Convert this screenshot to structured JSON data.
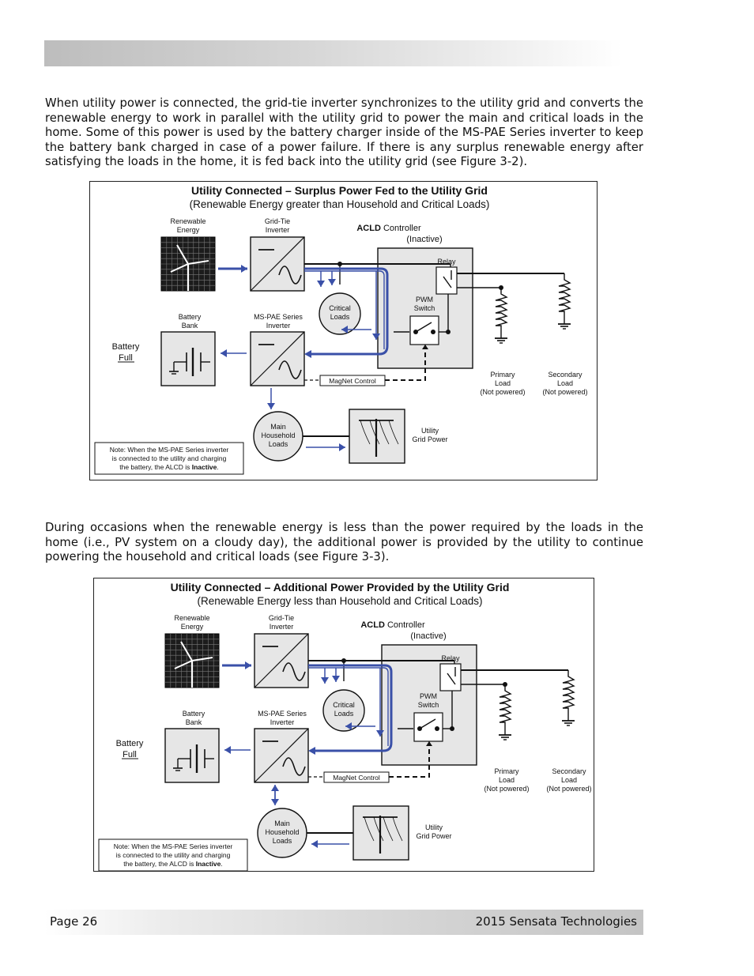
{
  "paragraphs": [
    "When utility power is connected, the grid-tie inverter synchronizes to the utility grid and converts the renewable energy to work in parallel with the utility grid to power the main and critical loads in the home. Some of this power is used by the battery charger inside of the MS-PAE Series inverter to keep the battery bank charged in case of a power failure. If there is any surplus renewable energy after satisfying the loads in the home, it is fed back into the utility grid (see Figure 3-2).",
    "During occasions when the renewable energy is less than the power required by the loads in the home (i.e., PV system on a cloudy day), the additional power is provided by the utility to continue powering the household and critical loads (see Figure 3-3)."
  ],
  "figures": [
    {
      "title": "Utility Connected – Surplus Power Fed to the Utility Grid",
      "subtitle": "(Renewable Energy greater than Household and Critical Loads)",
      "main_loads_arrow": "down"
    },
    {
      "title": "Utility Connected – Additional Power Provided by the Utility Grid",
      "subtitle": "(Renewable Energy less than Household and Critical Loads)",
      "main_loads_arrow": "both"
    }
  ],
  "labels": {
    "renewable_energy": [
      "Renewable",
      "Energy"
    ],
    "grid_tie_inverter": [
      "Grid-Tie",
      "Inverter"
    ],
    "acld_bold": "ACLD",
    "controller": "Controller",
    "inactive_paren": "(Inactive)",
    "relay": "Relay",
    "pwm_switch": [
      "PWM",
      "Switch"
    ],
    "critical_loads": [
      "Critical",
      "Loads"
    ],
    "battery_bank": [
      "Battery",
      "Bank"
    ],
    "ms_pae_inverter": [
      "MS-PAE Series",
      "Inverter"
    ],
    "battery": "Battery",
    "full": "Full",
    "magnet_control": "MagNet Control",
    "primary_load": [
      "Primary",
      "Load",
      "(Not powered)"
    ],
    "secondary_load": [
      "Secondary",
      "Load",
      "(Not powered)"
    ],
    "main_household_loads": [
      "Main",
      "Household",
      "Loads"
    ],
    "utility_grid_power": [
      "Utility",
      "Grid Power"
    ],
    "note_lines": [
      "Note: When the MS-PAE Series inverter",
      "is connected to the utility and charging",
      "the battery, the ALCD is "
    ],
    "note_bold": "Inactive",
    "note_end": "."
  },
  "colors": {
    "flow_blue": "#3a50a8",
    "box_gray": "#e6e6e6",
    "footer_gray": "#c4c4c4"
  },
  "footer": {
    "page": "Page 26",
    "copyright": "2015 Sensata Technologies"
  }
}
